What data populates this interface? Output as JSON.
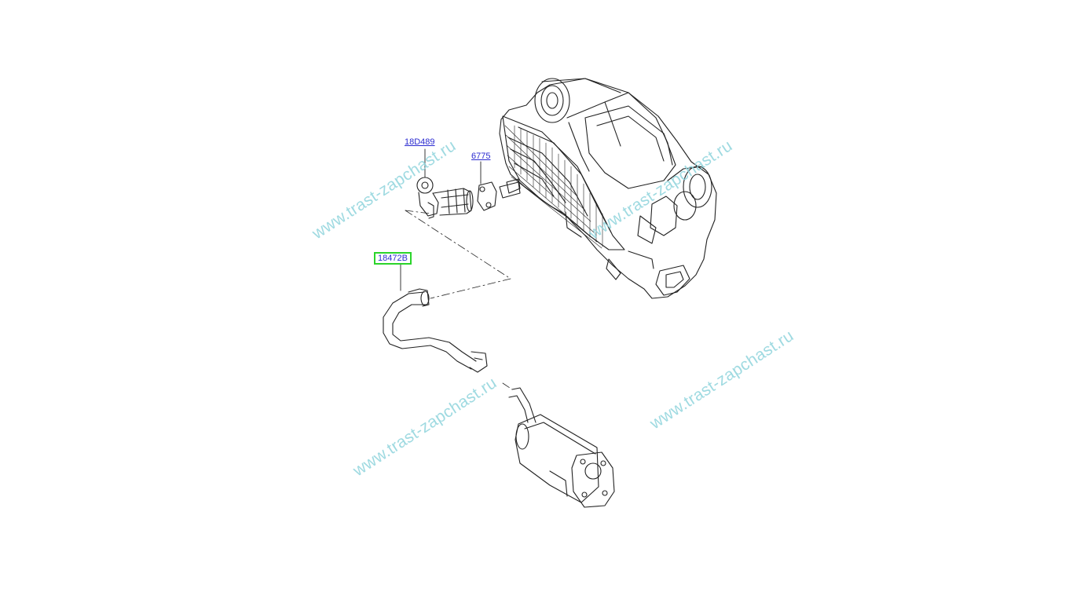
{
  "diagram": {
    "callouts": [
      {
        "id": "18D489",
        "label": "18D489",
        "selected": false
      },
      {
        "id": "6775",
        "label": "6775",
        "selected": false
      },
      {
        "id": "18472B",
        "label": "18472B",
        "selected": true
      }
    ],
    "watermark_text": "www.trast-zapchast.ru",
    "colors": {
      "line": "#222222",
      "callout_text": "#2a2ad0",
      "selected_border": "#2bd42b",
      "watermark": "#8fd4dc"
    }
  }
}
